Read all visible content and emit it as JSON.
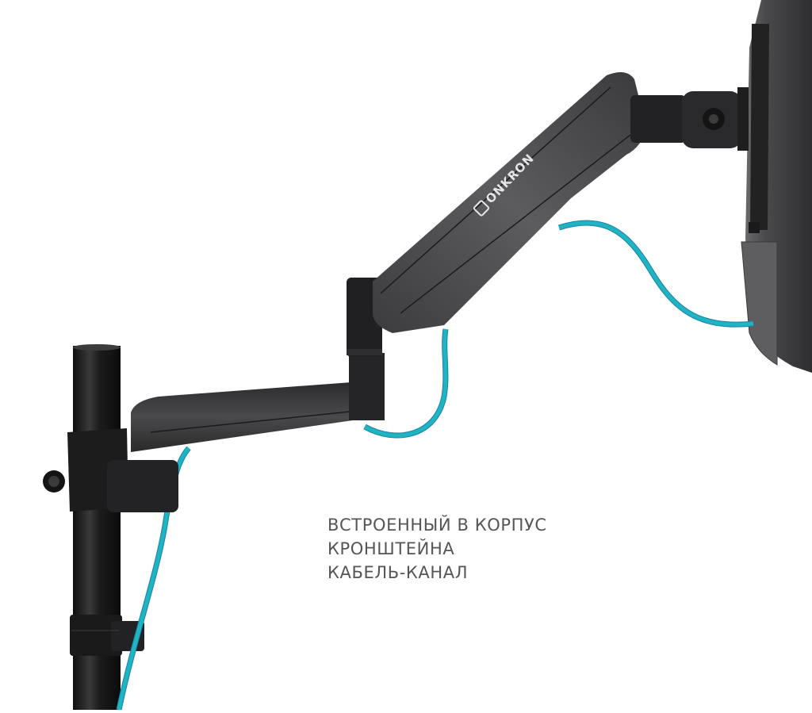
{
  "image": {
    "subject": "Monitor arm on pole mount with integrated cable management",
    "background_color": "#ffffff",
    "colors": {
      "metal_dark": "#1e1e1f",
      "metal_mid": "#3a3a3c",
      "metal_light": "#5a5a5c",
      "cable": "#1fb5c0",
      "cable_edge": "#1a7fae",
      "monitor_back": "#4a4a4c",
      "caption_text": "#555555",
      "logo_text": "#e6e6e6"
    }
  },
  "brand": {
    "logo_icon": "onkron-cube-icon",
    "name": "ONKRON"
  },
  "caption": {
    "lines": [
      "ВСТРОЕННЫЙ В КОРПУС",
      "КРОНШТЕЙНА",
      "КАБЕЛЬ-КАНАЛ"
    ]
  }
}
